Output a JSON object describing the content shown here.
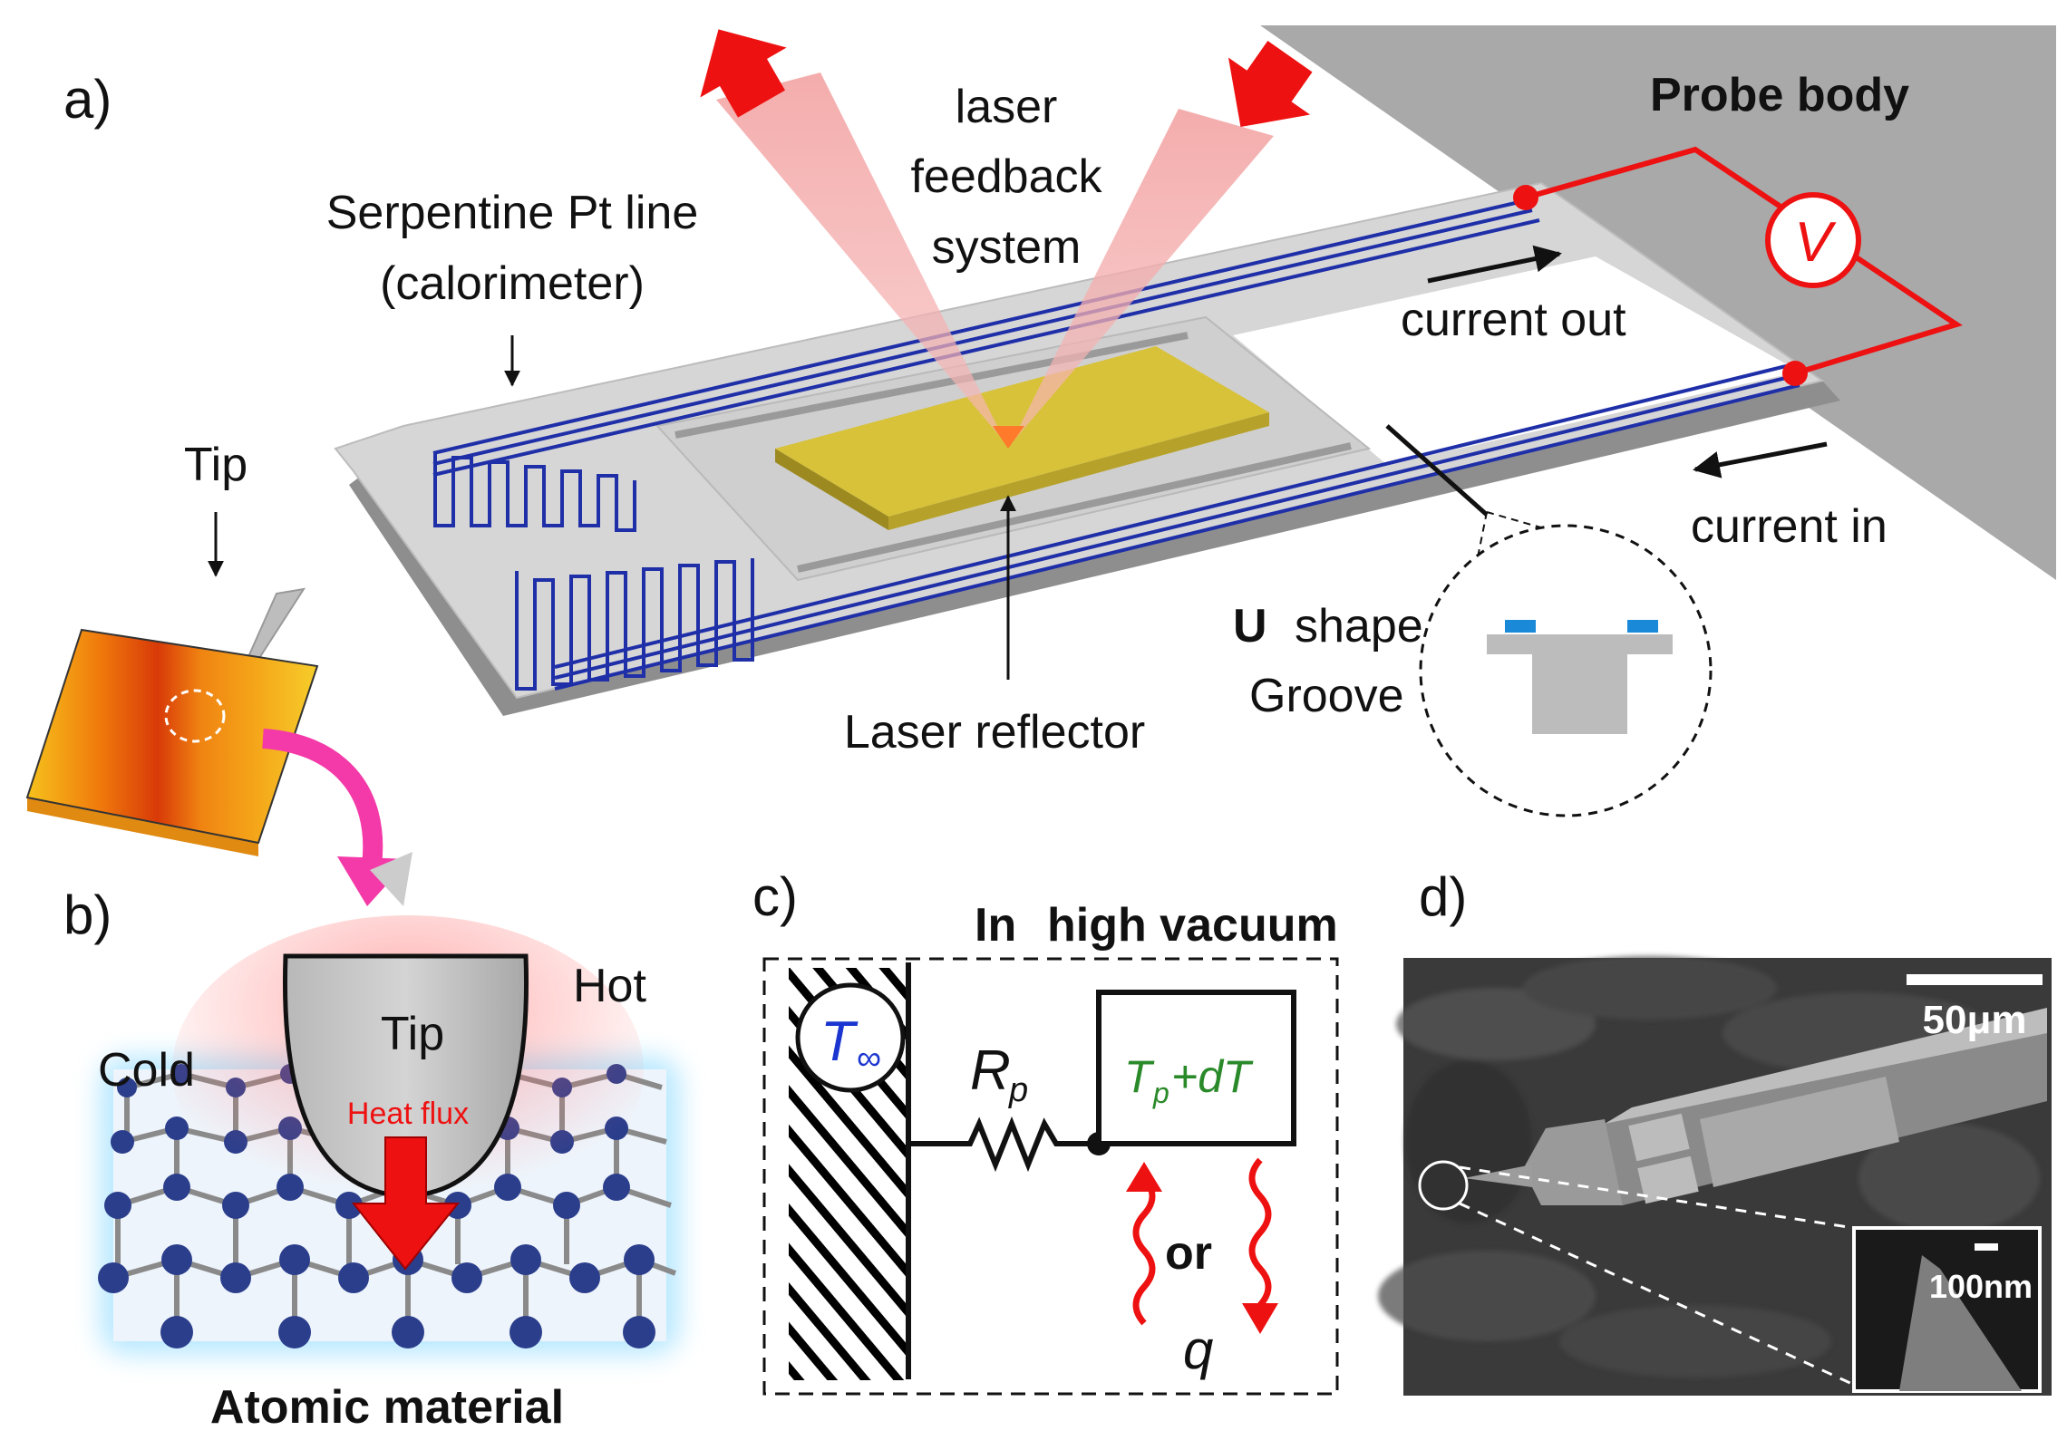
{
  "panel_a": {
    "letter": "a)",
    "probe_body": "Probe body",
    "laser_line1": "laser",
    "laser_line2": "feedback",
    "laser_line3": "system",
    "serpentine_line1": "Serpentine Pt line",
    "serpentine_line2": "(calorimeter)",
    "tip": "Tip",
    "current_out": "current out",
    "current_in": "current in",
    "voltmeter": "V",
    "u_letter": "U",
    "u_shape": "shape",
    "groove": "Groove",
    "laser_reflector": "Laser reflector"
  },
  "panel_b": {
    "letter": "b)",
    "tip": "Tip",
    "hot": "Hot",
    "cold": "Cold",
    "heat_flux": "Heat flux",
    "atomic_material": "Atomic material"
  },
  "panel_c": {
    "letter": "c)",
    "vacuum_in": "In",
    "vacuum_rest": "high vacuum",
    "t_inf_main": "T",
    "t_inf_sub": "∞",
    "rp_main": "R",
    "rp_sub": "p",
    "tp_main": "T",
    "tp_sub": "p",
    "tp_rest": "+dT",
    "or": "or",
    "q": "q"
  },
  "panel_d": {
    "letter": "d)",
    "scale_main": "50μm",
    "scale_inset": "100nm"
  },
  "colors": {
    "red": "#ee1111",
    "blue_line": "#1f2fa8",
    "gold": "#d8c23a",
    "gray_body": "#a9a9a9",
    "green": "#2a8a2a",
    "blue_text": "#1a35d0"
  }
}
